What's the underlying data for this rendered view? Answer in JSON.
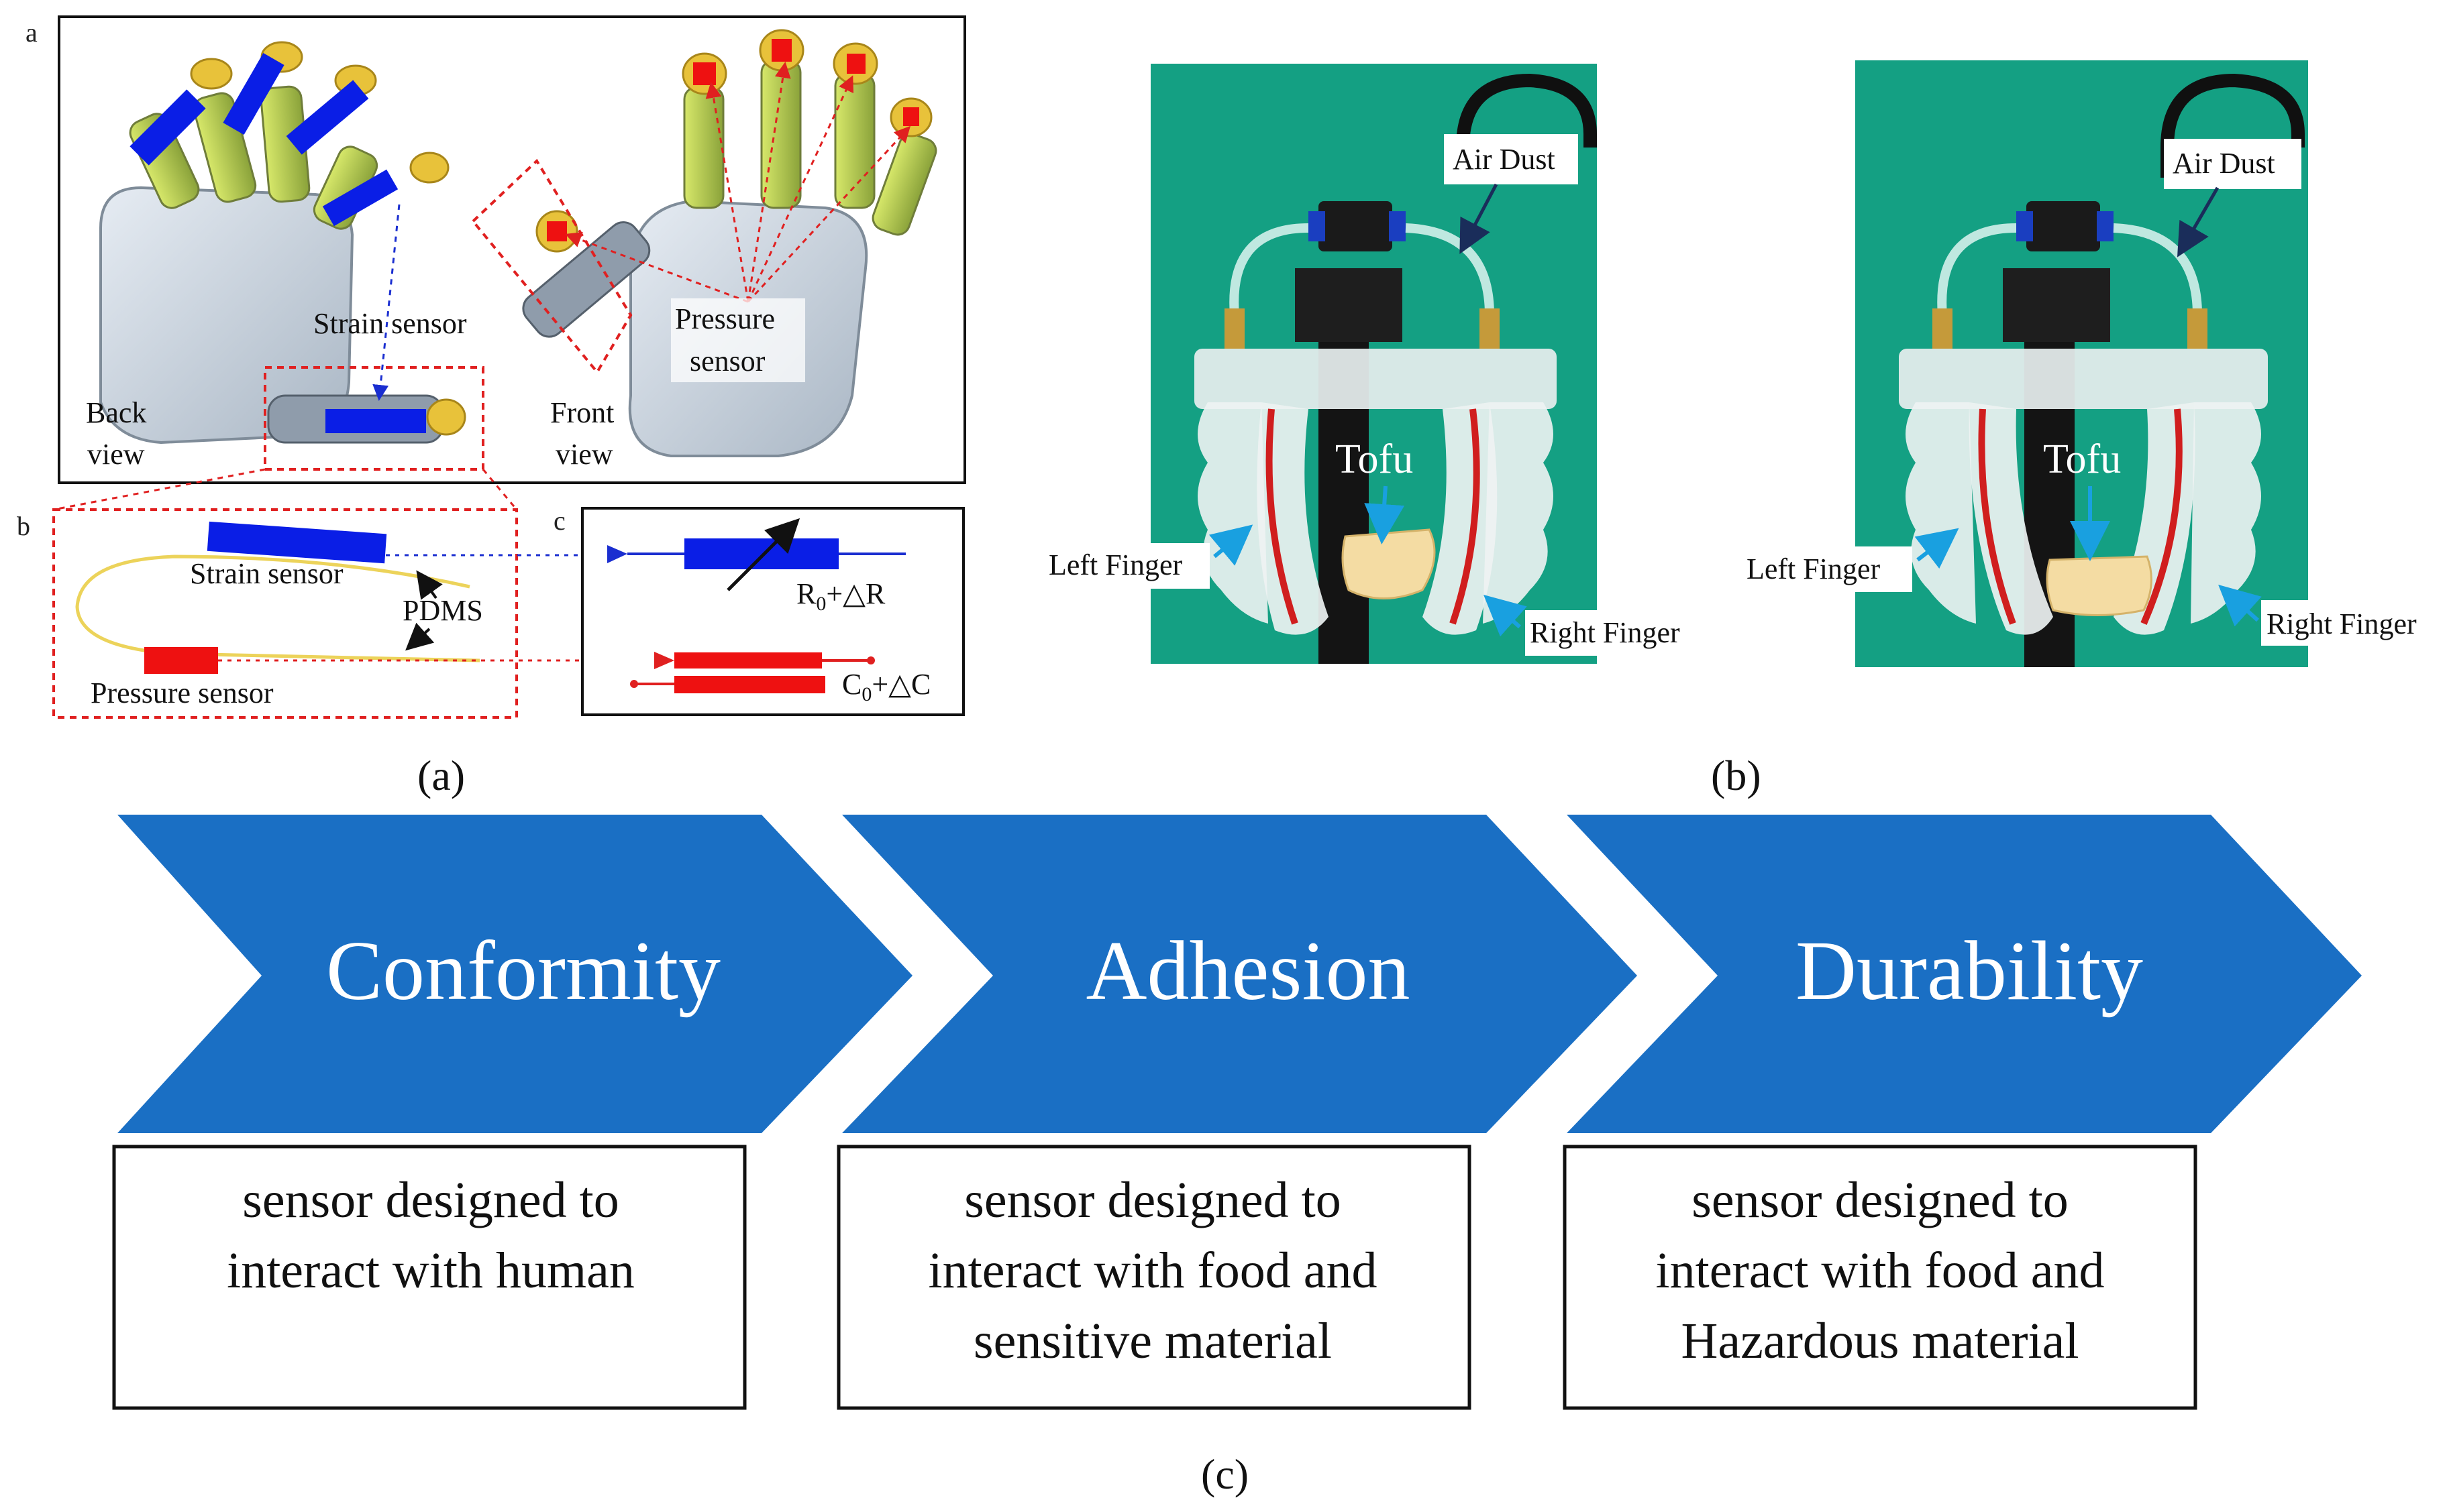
{
  "panel_a": {
    "letters": {
      "a": "a",
      "b": "b",
      "c": "c"
    },
    "labels": {
      "strain_sensor": "Strain sensor",
      "pressure_sensor_line1": "Pressure",
      "pressure_sensor_line2": "sensor",
      "back_view_line1": "Back",
      "back_view_line2": "view",
      "front_view_line1": "Front",
      "front_view_line2": "view"
    },
    "inset_b": {
      "strain_sensor": "Strain sensor",
      "pdms": "PDMS",
      "pressure_sensor": "Pressure sensor"
    },
    "inset_c": {
      "resistor_label": "R",
      "resistor_sub": "0",
      "resistor_suffix": "+△R",
      "capacitor_label": "C",
      "capacitor_sub": "0",
      "capacitor_suffix": "+△C"
    },
    "caption": "(a)"
  },
  "panel_b": {
    "photos": [
      {
        "air_dust": "Air Dust",
        "tofu": "Tofu",
        "left_finger": "Left Finger",
        "right_finger": "Right Finger"
      },
      {
        "air_dust": "Air Dust",
        "tofu": "Tofu",
        "left_finger": "Left Finger",
        "right_finger": "Right Finger"
      }
    ],
    "caption": "(b)"
  },
  "panel_c": {
    "steps": [
      {
        "title": "Conformity",
        "desc": [
          "sensor designed to",
          "interact with human"
        ]
      },
      {
        "title": "Adhesion",
        "desc": [
          "sensor designed to",
          "interact with food and",
          "sensitive material"
        ]
      },
      {
        "title": "Durability",
        "desc": [
          "sensor designed to",
          "interact with food and",
          "Hazardous material"
        ]
      }
    ],
    "caption": "(c)"
  },
  "colors": {
    "chevron_blue": "#1a6fc4",
    "sensor_blue": "#0a1ee6",
    "sensor_red": "#ee1111",
    "photo_green": "#14a083",
    "finger_yellow": "#e8c23a",
    "hand_gray": "#c9d3de"
  }
}
